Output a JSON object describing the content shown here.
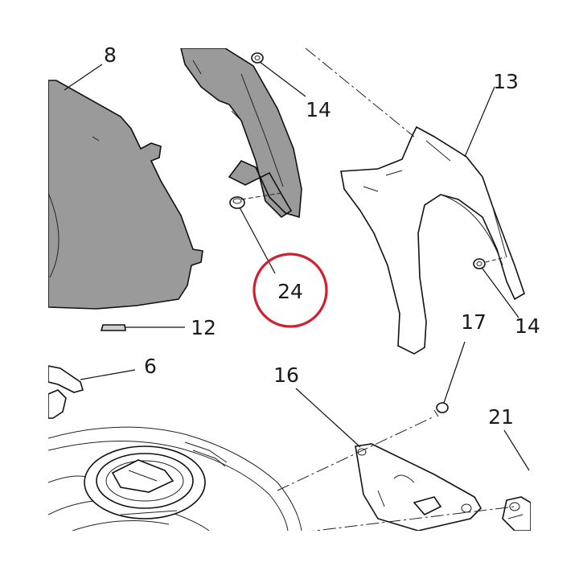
{
  "colors": {
    "part_gray": "#9a9a9a",
    "line": "#111111",
    "highlight_circle": "#d0202e",
    "background": "#ffffff"
  },
  "callouts": {
    "c8": "8",
    "c14a": "14",
    "c13": "13",
    "c14b": "14",
    "c24": "24",
    "c12": "12",
    "c6": "6",
    "c17": "17",
    "c16": "16",
    "c21": "21"
  },
  "highlighted_callout": "24"
}
